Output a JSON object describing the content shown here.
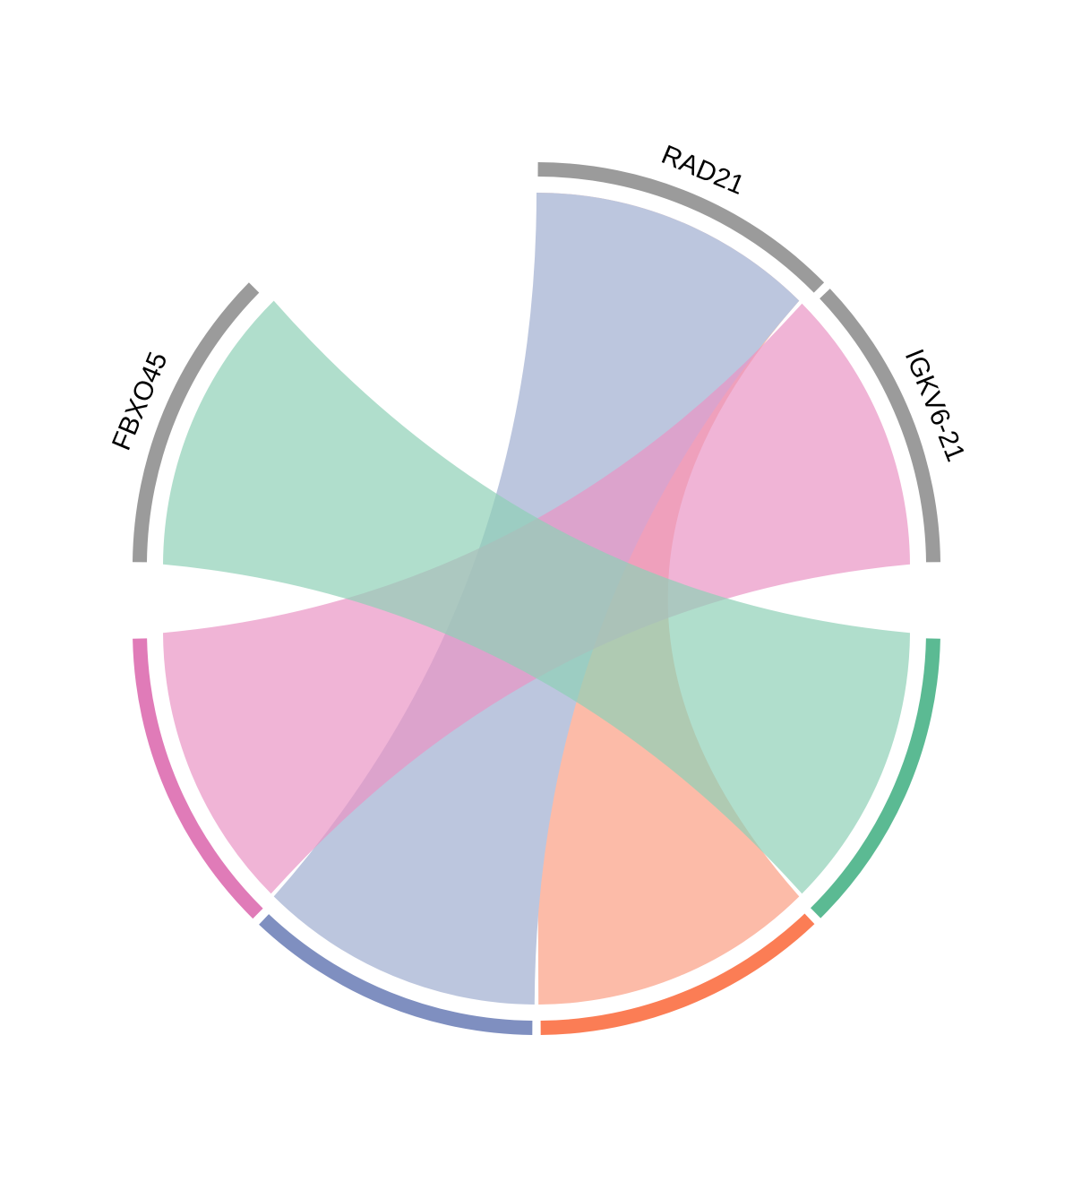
{
  "chart_data": {
    "type": "chord",
    "top_groups": [
      {
        "name": "RAD21",
        "color": "#9b9b9b"
      },
      {
        "name": "IGKV6-21",
        "color": "#9b9b9b"
      },
      {
        "name": "FBXO45",
        "color": "#9b9b9b"
      }
    ],
    "bottom_groups": [
      {
        "name": "",
        "color": "#e07bb8"
      },
      {
        "name": "",
        "color": "#7f8fc0"
      },
      {
        "name": "",
        "color": "#fb7d55"
      },
      {
        "name": "",
        "color": "#5bba93"
      }
    ],
    "links": [
      {
        "from": "RAD21",
        "to": "bottom-3",
        "color": "#fcbba8",
        "opacity": 1.0
      },
      {
        "from": "RAD21",
        "to": "bottom-2",
        "color": "#bcc6de",
        "opacity": 1.0
      },
      {
        "from": "IGKV6-21",
        "to": "bottom-1",
        "color": "#e994c4",
        "opacity": 0.7
      },
      {
        "from": "FBXO45",
        "to": "bottom-4",
        "color": "#8fd0b7",
        "opacity": 0.7
      }
    ]
  }
}
